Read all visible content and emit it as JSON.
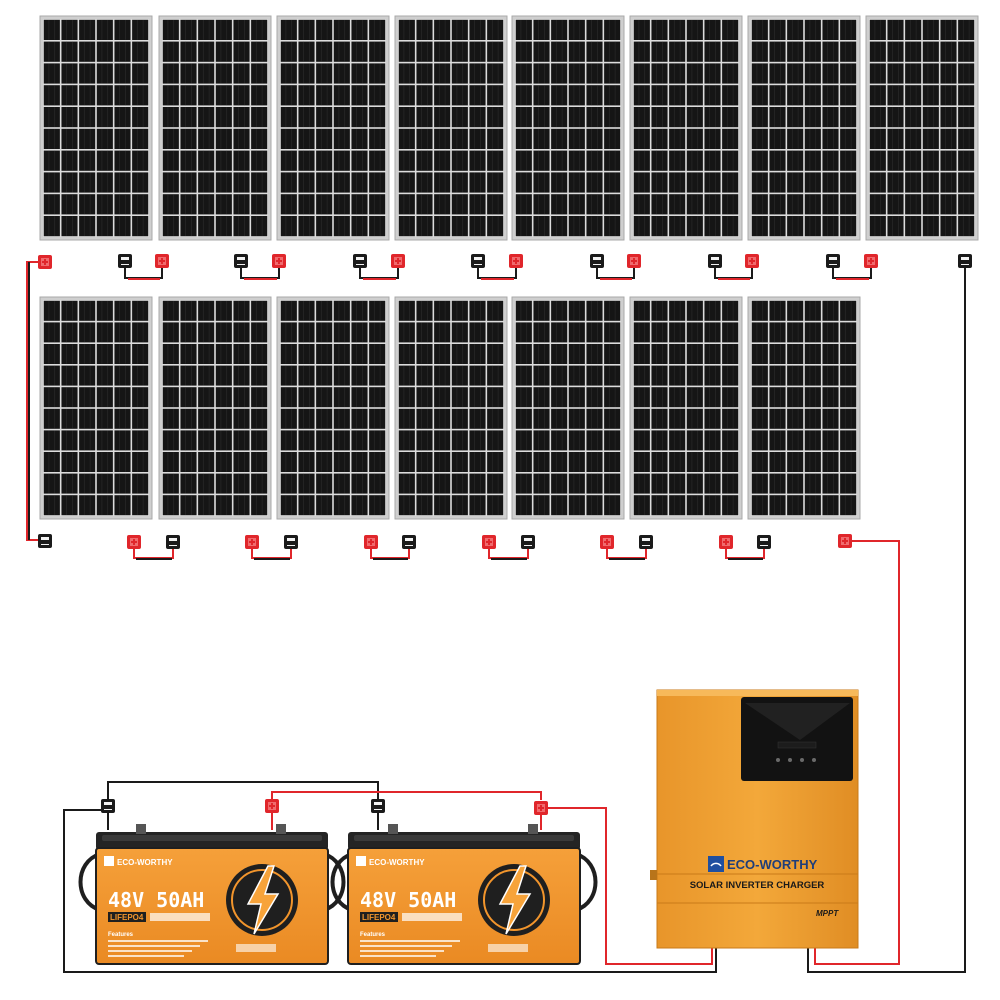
{
  "colors": {
    "background": "#ffffff",
    "panel_cell": "#141414",
    "panel_frame": "#c9c9c9",
    "positive_wire": "#e0262b",
    "negative_wire": "#1a1a1a",
    "battery_body": "#f2952c",
    "battery_top": "#1f1f1f",
    "inverter_body": "#f0a12d",
    "inverter_screen": "#121212",
    "brand_blue": "#1f4fa0"
  },
  "solar_array": {
    "top_row_panels": 8,
    "bottom_row_panels": 7,
    "cell_columns": 6,
    "cell_rows": 10
  },
  "batteries": [
    {
      "brand": "ECO-WORTHY",
      "rating": "48V 50AH",
      "chemistry": "LIFEPO4",
      "features_title": "Features"
    },
    {
      "brand": "ECO-WORTHY",
      "rating": "48V 50AH",
      "chemistry": "LIFEPO4",
      "features_title": "Features"
    }
  ],
  "inverter": {
    "brand": "ECO-WORTHY",
    "label": "SOLAR INVERTER CHARGER",
    "mppt_label": "MPPT"
  },
  "connector_symbols": {
    "positive": "+",
    "negative": "−"
  }
}
